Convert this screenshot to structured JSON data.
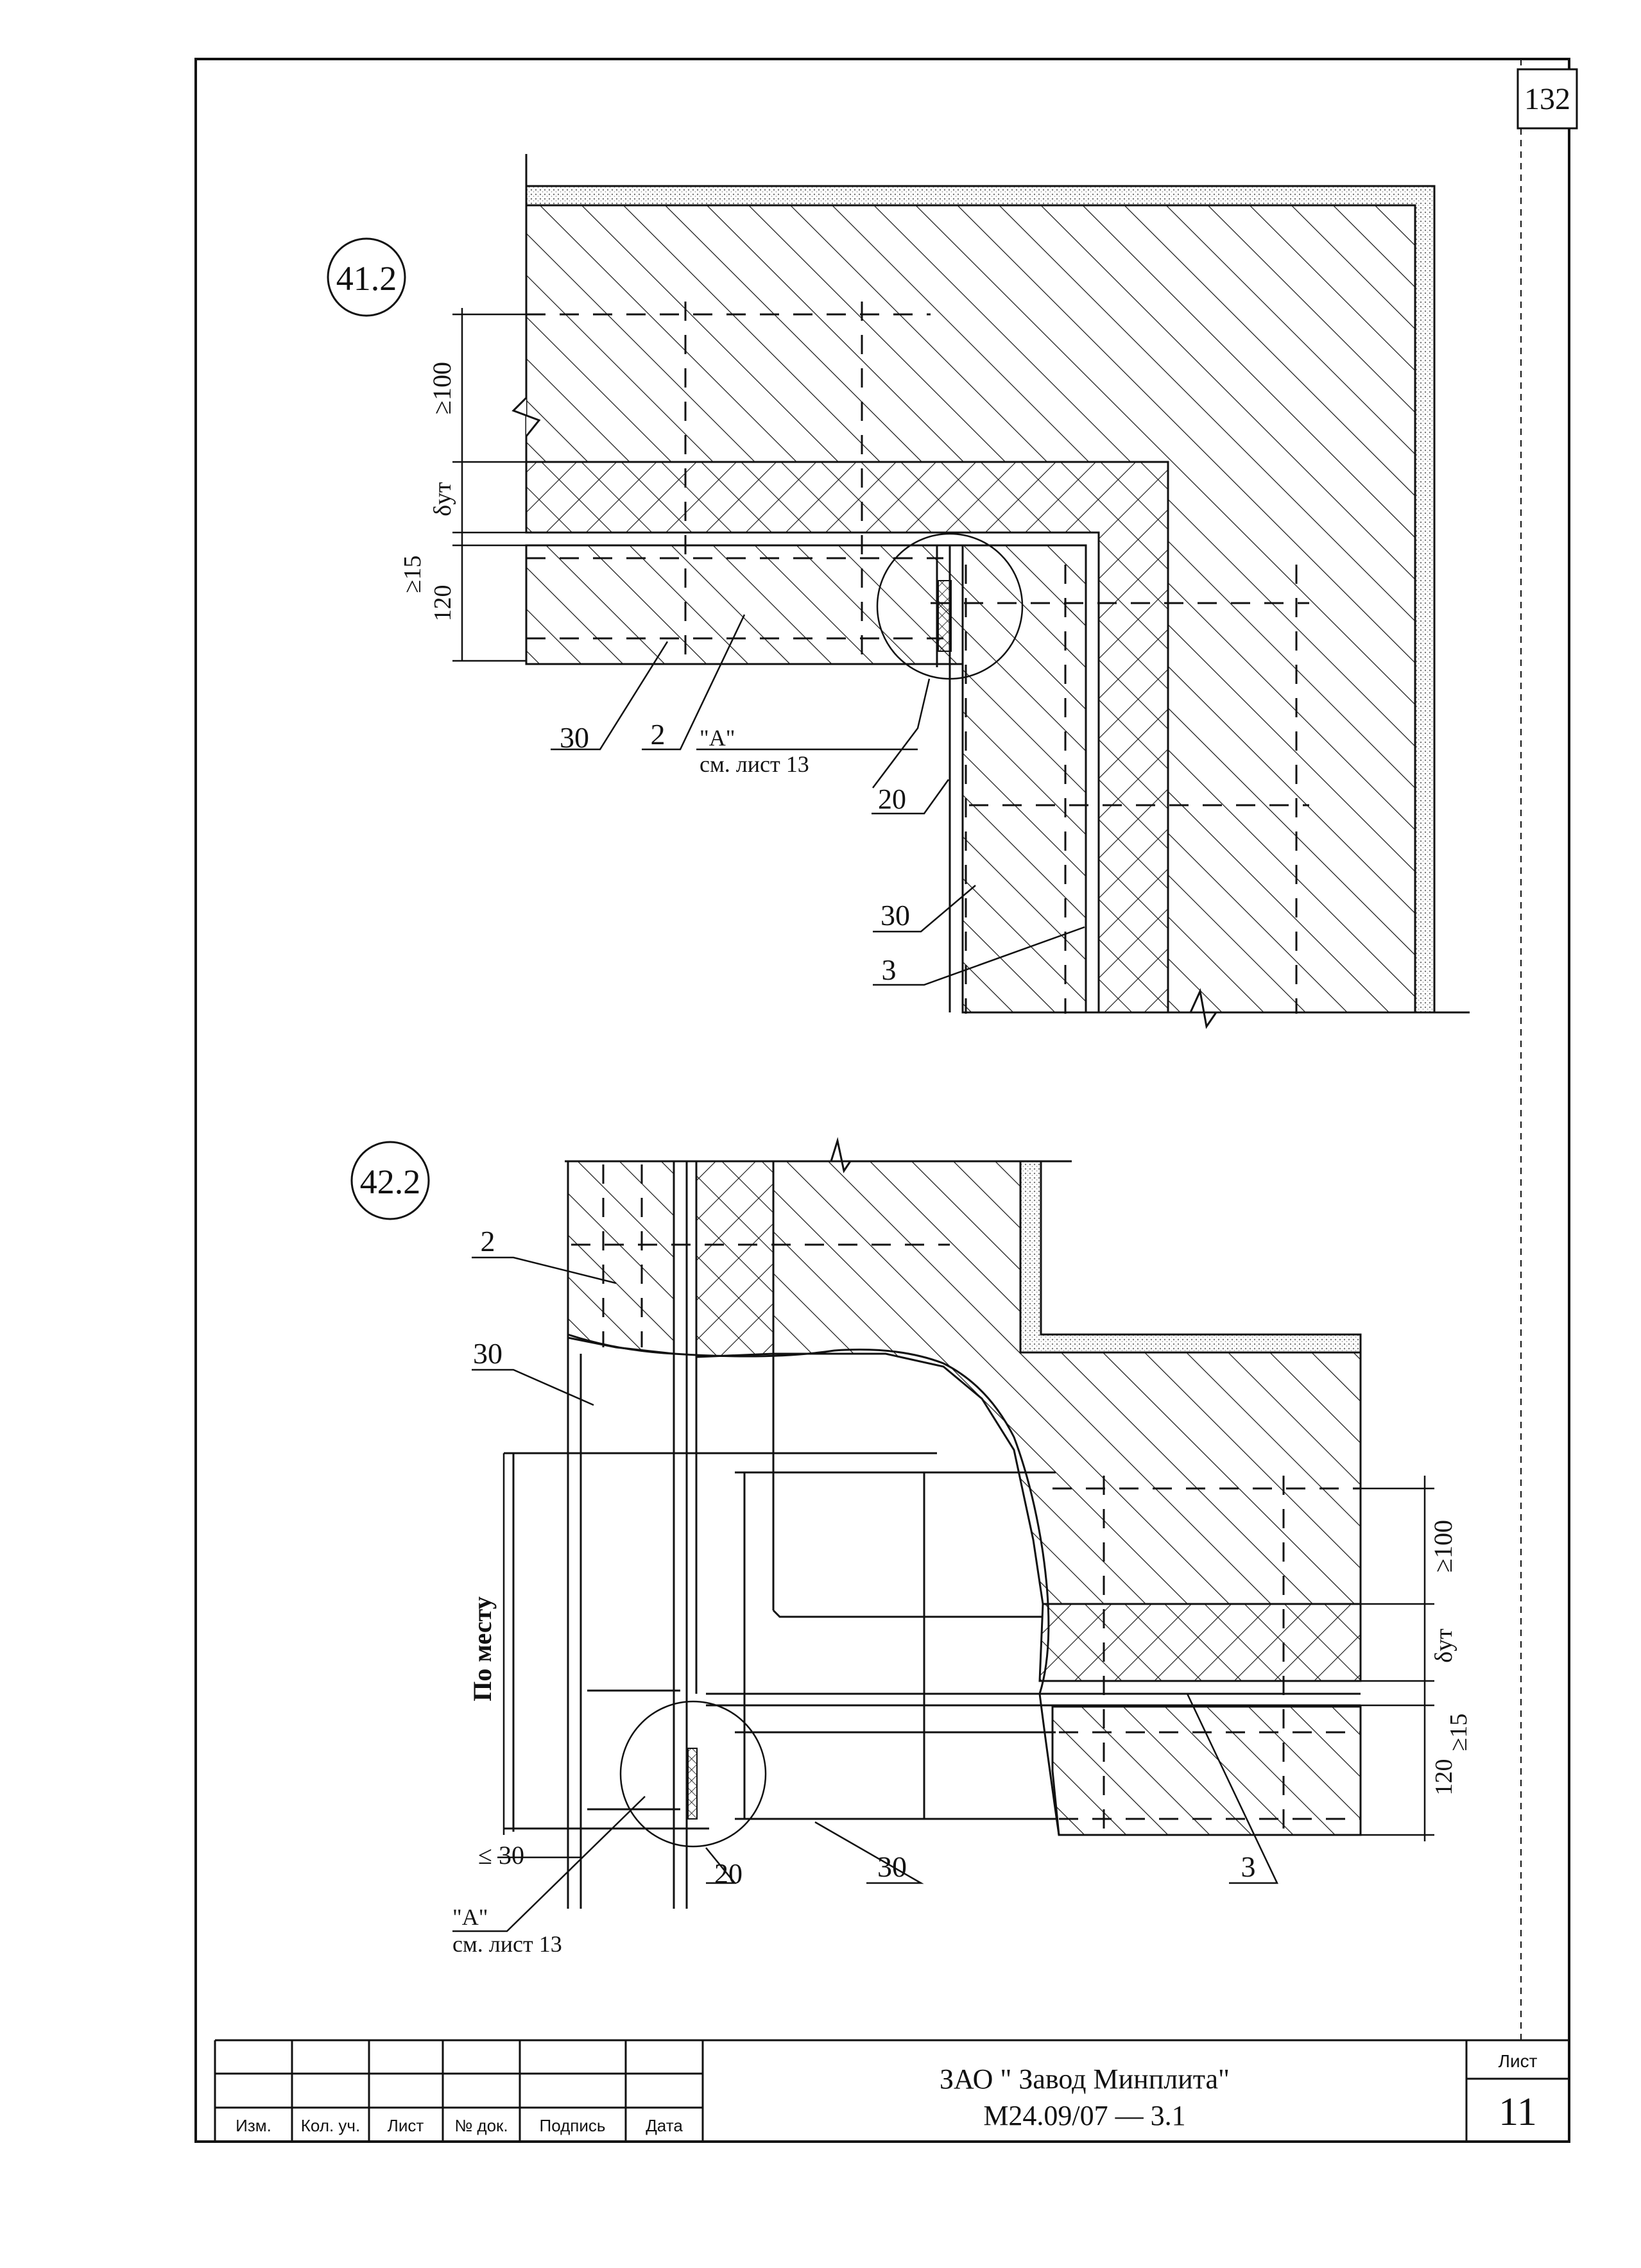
{
  "sheet": {
    "page_number": "132",
    "sheet_label": "Лист",
    "sheet_number": "11"
  },
  "title_block": {
    "company": "ЗАО \" Завод Минплита\"",
    "code": "М24.09/07  —  3.1",
    "columns": [
      "Изм.",
      "Кол. уч.",
      "Лист",
      "№ док.",
      "Подпись",
      "Дата"
    ]
  },
  "detail_41_2": {
    "marker": "41.2",
    "dims": {
      "min_100": "≥100",
      "delta": "δут",
      "min_15": "≥15",
      "d120": "120"
    },
    "callouts": {
      "c30a": "30",
      "c2": "2",
      "c20": "20",
      "c30b": "30",
      "c3": "3"
    },
    "ref": {
      "name": "\"А\"",
      "sheet": "см. лист 13"
    }
  },
  "detail_42_2": {
    "marker": "42.2",
    "callouts": {
      "c2": "2",
      "c30a": "30",
      "c30b": "30",
      "c3": "3",
      "c20": "20"
    },
    "dims": {
      "po_mestu": "По месту",
      "le30": "≤ 30",
      "min_100": "≥100",
      "delta": "δут",
      "min_15": "≥15",
      "d120": "120"
    },
    "ref": {
      "name": "\"А\"",
      "sheet": "см. лист 13"
    }
  },
  "colors": {
    "line": "#111111",
    "paper": "#ffffff",
    "plaster": "#9a9a9a"
  }
}
